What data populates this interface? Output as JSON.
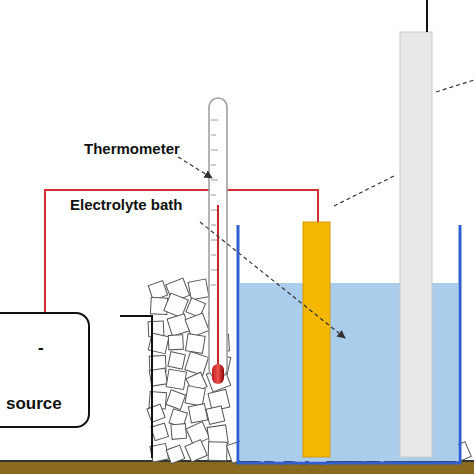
{
  "diagram": {
    "nodes": [
      {
        "text": [
          "-",
          "source"
        ]
      }
    ],
    "labels": [
      "Thermometer",
      "Electrolyte bath"
    ]
  }
}
